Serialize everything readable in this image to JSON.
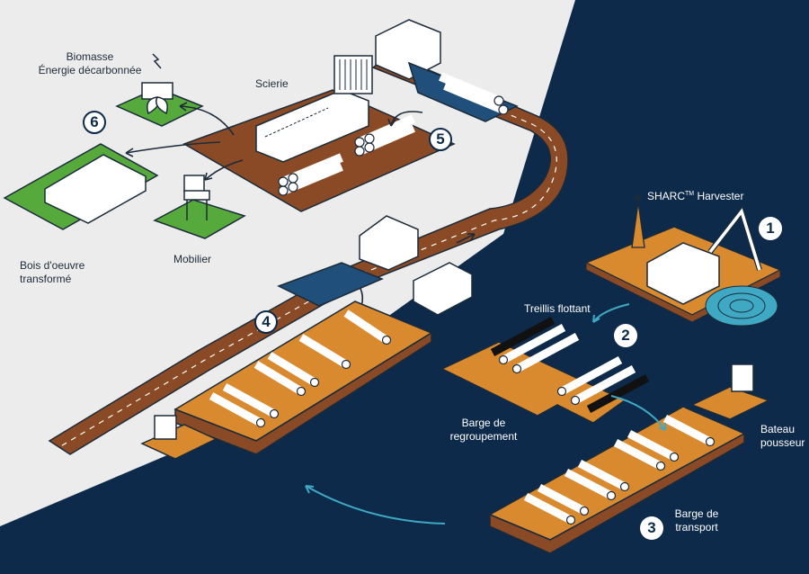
{
  "labels": {
    "biomass_line1": "Biomasse",
    "biomass_line2": "Énergie décarbonnée",
    "sawmill": "Scierie",
    "processed_wood_line1": "Bois d'oeuvre",
    "processed_wood_line2": "transformé",
    "furniture": "Mobilier",
    "harvester_name": "SHARC",
    "harvester_tm": "TM",
    "harvester_suffix": " Harvester",
    "floating_boom": "Treillis flottant",
    "grouping_barge_line1": "Barge de",
    "grouping_barge_line2": "regroupement",
    "pusher_boat_line1": "Bateau",
    "pusher_boat_line2": "pousseur",
    "transport_barge_line1": "Barge de",
    "transport_barge_line2": "transport"
  },
  "steps": [
    "1",
    "2",
    "3",
    "4",
    "5",
    "6"
  ],
  "colors": {
    "water": "#0d2a4a",
    "land": "#ececec",
    "road": "#8a4a25",
    "deck": "#d98a2e",
    "green": "#56a93b",
    "arrow_water": "#3fa9c4",
    "outline": "#1b2b3a"
  }
}
